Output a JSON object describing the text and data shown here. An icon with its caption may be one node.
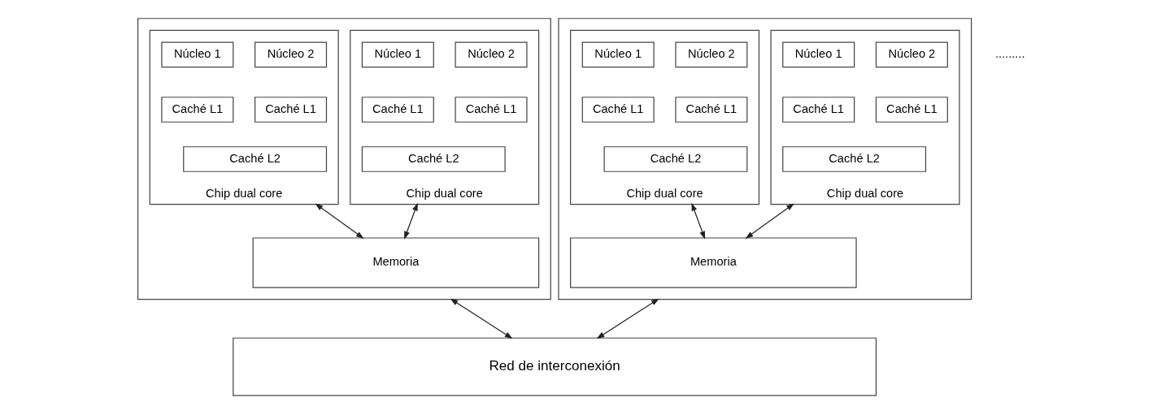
{
  "diagram": {
    "nodes": [
      {
        "text": [],
        "shape": "box"
      },
      {
        "text": [
          "Chip dual core"
        ],
        "in": 0
      },
      {
        "text": [
          "Núcleo 1"
        ],
        "in": 1
      },
      {
        "text": [
          "Núcleo 2"
        ],
        "in": 1
      },
      {
        "text": [
          "Caché L1"
        ],
        "in": 1
      },
      {
        "text": [
          "Caché L1"
        ],
        "in": 1
      },
      {
        "text": [
          "Caché L2"
        ],
        "in": 1
      },
      {
        "text": [
          "Chip dual core"
        ],
        "in": 0
      },
      {
        "text": [
          "Núcleo 1"
        ],
        "in": 7
      },
      {
        "text": [
          "Núcleo 2"
        ],
        "in": 7
      },
      {
        "text": [
          "Caché L1"
        ],
        "in": 7
      },
      {
        "text": [
          "Caché L1"
        ],
        "in": 7
      },
      {
        "text": [
          "Caché L2"
        ],
        "in": 7
      },
      {
        "text": [
          "Memoria"
        ],
        "in": 0
      },
      {
        "text": [],
        "shape": "box"
      },
      {
        "text": [
          "Chip dual core"
        ],
        "in": 14
      },
      {
        "text": [
          "Núcleo 1"
        ],
        "in": 15
      },
      {
        "text": [
          "Núcleo 2"
        ],
        "in": 15
      },
      {
        "text": [
          "Caché L1"
        ],
        "in": 15
      },
      {
        "text": [
          "Caché L1"
        ],
        "in": 15
      },
      {
        "text": [
          "Caché L2"
        ],
        "in": 15
      },
      {
        "text": [
          "Chip dual core"
        ],
        "in": 14
      },
      {
        "text": [
          "Núcleo 1"
        ],
        "in": 21
      },
      {
        "text": [
          "Núcleo 2"
        ],
        "in": 21
      },
      {
        "text": [
          "Caché L1"
        ],
        "in": 21
      },
      {
        "text": [
          "Caché L1"
        ],
        "in": 21
      },
      {
        "text": [
          "Caché L2"
        ],
        "in": 21
      },
      {
        "text": [
          "Memoria"
        ],
        "in": 14
      },
      {
        "text": [
          "Red de interconexión"
        ]
      }
    ],
    "edges": [
      {
        "from": 1,
        "to": 13,
        "arrow": "both"
      },
      {
        "from": 7,
        "to": 13,
        "arrow": "both"
      },
      {
        "from": 15,
        "to": 27,
        "arrow": "both"
      },
      {
        "from": 21,
        "to": 27,
        "arrow": "both"
      },
      {
        "from": 0,
        "to": 28,
        "arrow": "both"
      },
      {
        "from": 14,
        "to": 28,
        "arrow": "both"
      }
    ],
    "labels": [
      "........."
    ]
  }
}
